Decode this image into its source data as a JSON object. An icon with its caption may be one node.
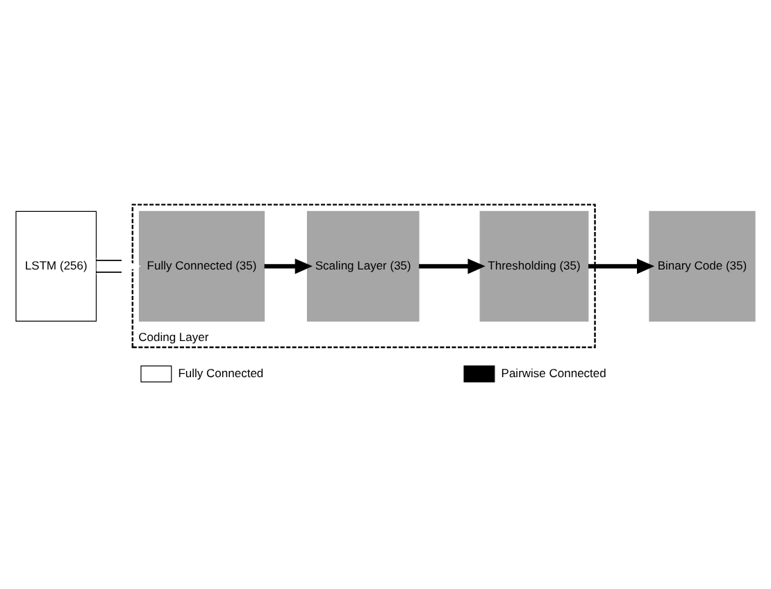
{
  "diagram": {
    "nodes": [
      {
        "text": [
          "LSTM (256)"
        ]
      },
      {
        "text": [
          "Coding Layer"
        ]
      },
      {
        "text": [
          "Fully Connected (35)"
        ],
        "in": 1
      },
      {
        "text": [
          "Scaling Layer (35)"
        ],
        "in": 1
      },
      {
        "text": [
          "Thresholding (35)"
        ],
        "in": 1
      },
      {
        "text": [
          "Binary Code (35)"
        ]
      }
    ],
    "edges": [
      {
        "from": 0,
        "to": 2,
        "arrow": "to",
        "color": "#ffffff"
      },
      {
        "from": 2,
        "to": 3,
        "arrow": "to"
      },
      {
        "from": 3,
        "to": 4,
        "arrow": "to"
      },
      {
        "from": 4,
        "to": 5,
        "arrow": "to"
      }
    ],
    "legend": [
      {
        "text": "Fully Connected",
        "color": "#ffffff"
      },
      {
        "text": "Pairwise Connected",
        "color": "#000000"
      }
    ]
  }
}
